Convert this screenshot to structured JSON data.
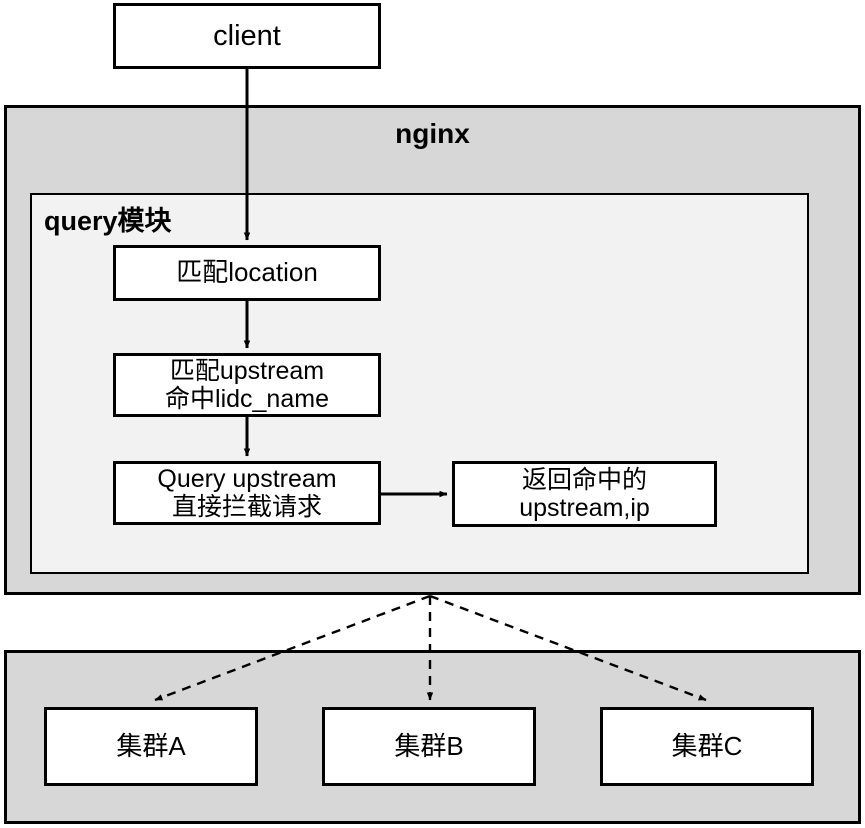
{
  "diagram": {
    "title": "nginx query module request routing flow",
    "colors": {
      "container_fill": "#d7d7d7",
      "inner_fill": "#f2f2f2",
      "node_fill": "#ffffff",
      "stroke": "#000000",
      "canvas": "#ffffff"
    },
    "client": {
      "label": "client"
    },
    "nginx": {
      "title": "nginx",
      "query_module": {
        "title": "query模块",
        "steps": [
          {
            "id": "match-location",
            "label": "匹配location"
          },
          {
            "id": "match-upstream",
            "label": "匹配upstream\n命中lidc_name"
          },
          {
            "id": "query-upstream",
            "label": "Query upstream\n直接拦截请求"
          }
        ],
        "result": {
          "id": "return-hit",
          "label": "返回命中的\nupstream,ip"
        }
      }
    },
    "clusters": {
      "items": [
        {
          "id": "cluster-a",
          "label": "集群A"
        },
        {
          "id": "cluster-b",
          "label": "集群B"
        },
        {
          "id": "cluster-c",
          "label": "集群C"
        }
      ]
    },
    "edges": [
      {
        "from": "client",
        "to": "match-location",
        "style": "solid",
        "arrow": true
      },
      {
        "from": "match-location",
        "to": "match-upstream",
        "style": "solid",
        "arrow": true
      },
      {
        "from": "match-upstream",
        "to": "query-upstream",
        "style": "solid",
        "arrow": true
      },
      {
        "from": "query-upstream",
        "to": "return-hit",
        "style": "solid",
        "arrow": true
      },
      {
        "from": "nginx",
        "to": "cluster-a",
        "style": "dashed",
        "arrow": true
      },
      {
        "from": "nginx",
        "to": "cluster-b",
        "style": "dashed",
        "arrow": true
      },
      {
        "from": "nginx",
        "to": "cluster-c",
        "style": "dashed",
        "arrow": true
      }
    ]
  }
}
